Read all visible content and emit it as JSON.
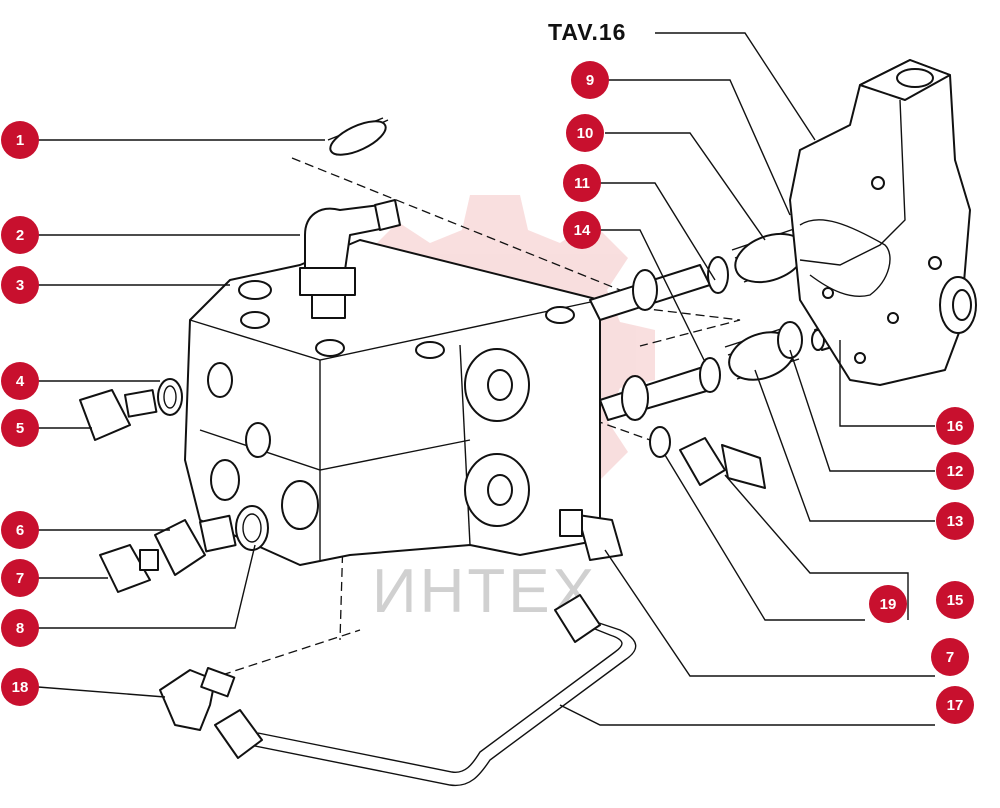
{
  "reference_label": "TAV.16",
  "watermark_text": "ИНТЕХ",
  "colors": {
    "callout": "#c8102e",
    "callout_text": "#ffffff",
    "line_art": "#111111",
    "watermark_logo": "#f4c4c4",
    "watermark_text": "#d0d0d0"
  },
  "callouts": [
    "1",
    "2",
    "3",
    "4",
    "5",
    "6",
    "7",
    "8",
    "18",
    "9",
    "10",
    "11",
    "14",
    "16",
    "12",
    "13",
    "19",
    "15",
    "7",
    "17"
  ]
}
